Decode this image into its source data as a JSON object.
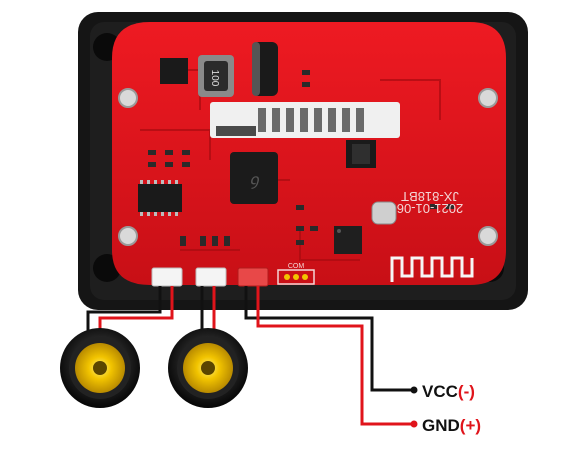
{
  "board": {
    "model": "JX-818BT",
    "date": "2021-01-06",
    "inductor_code": "100",
    "connector_label": "COM"
  },
  "pins": {
    "vcc": {
      "name": "VCC",
      "polarity": "(-)"
    },
    "gnd": {
      "name": "GND",
      "polarity": "(+)"
    }
  },
  "colors": {
    "pcb": "#e3141b",
    "enclosure": "#151515",
    "wire_black": "#111111",
    "wire_red": "#e0141b",
    "speaker_cone": "#f2c400"
  },
  "icons": {
    "speaker": "speaker-icon",
    "wifi_antenna": "pcb-antenna-icon"
  }
}
